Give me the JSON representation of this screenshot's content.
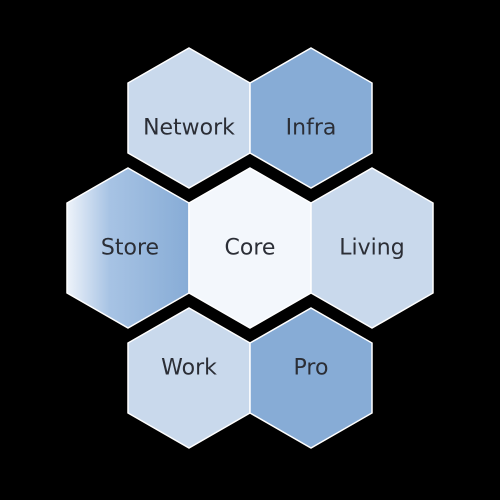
{
  "diagram": {
    "cells": [
      {
        "id": "network",
        "label": "Network",
        "fill": "#c9d9ec"
      },
      {
        "id": "infra",
        "label": "Infra",
        "fill": "#87acd6"
      },
      {
        "id": "store",
        "label": "Store",
        "fill": "#9dbde2"
      },
      {
        "id": "core",
        "label": "Core",
        "fill": "#f3f7fc"
      },
      {
        "id": "living",
        "label": "Living",
        "fill": "#c9d9ec"
      },
      {
        "id": "work",
        "label": "Work",
        "fill": "#c9d9ec"
      },
      {
        "id": "pro",
        "label": "Pro",
        "fill": "#87acd6"
      }
    ]
  }
}
